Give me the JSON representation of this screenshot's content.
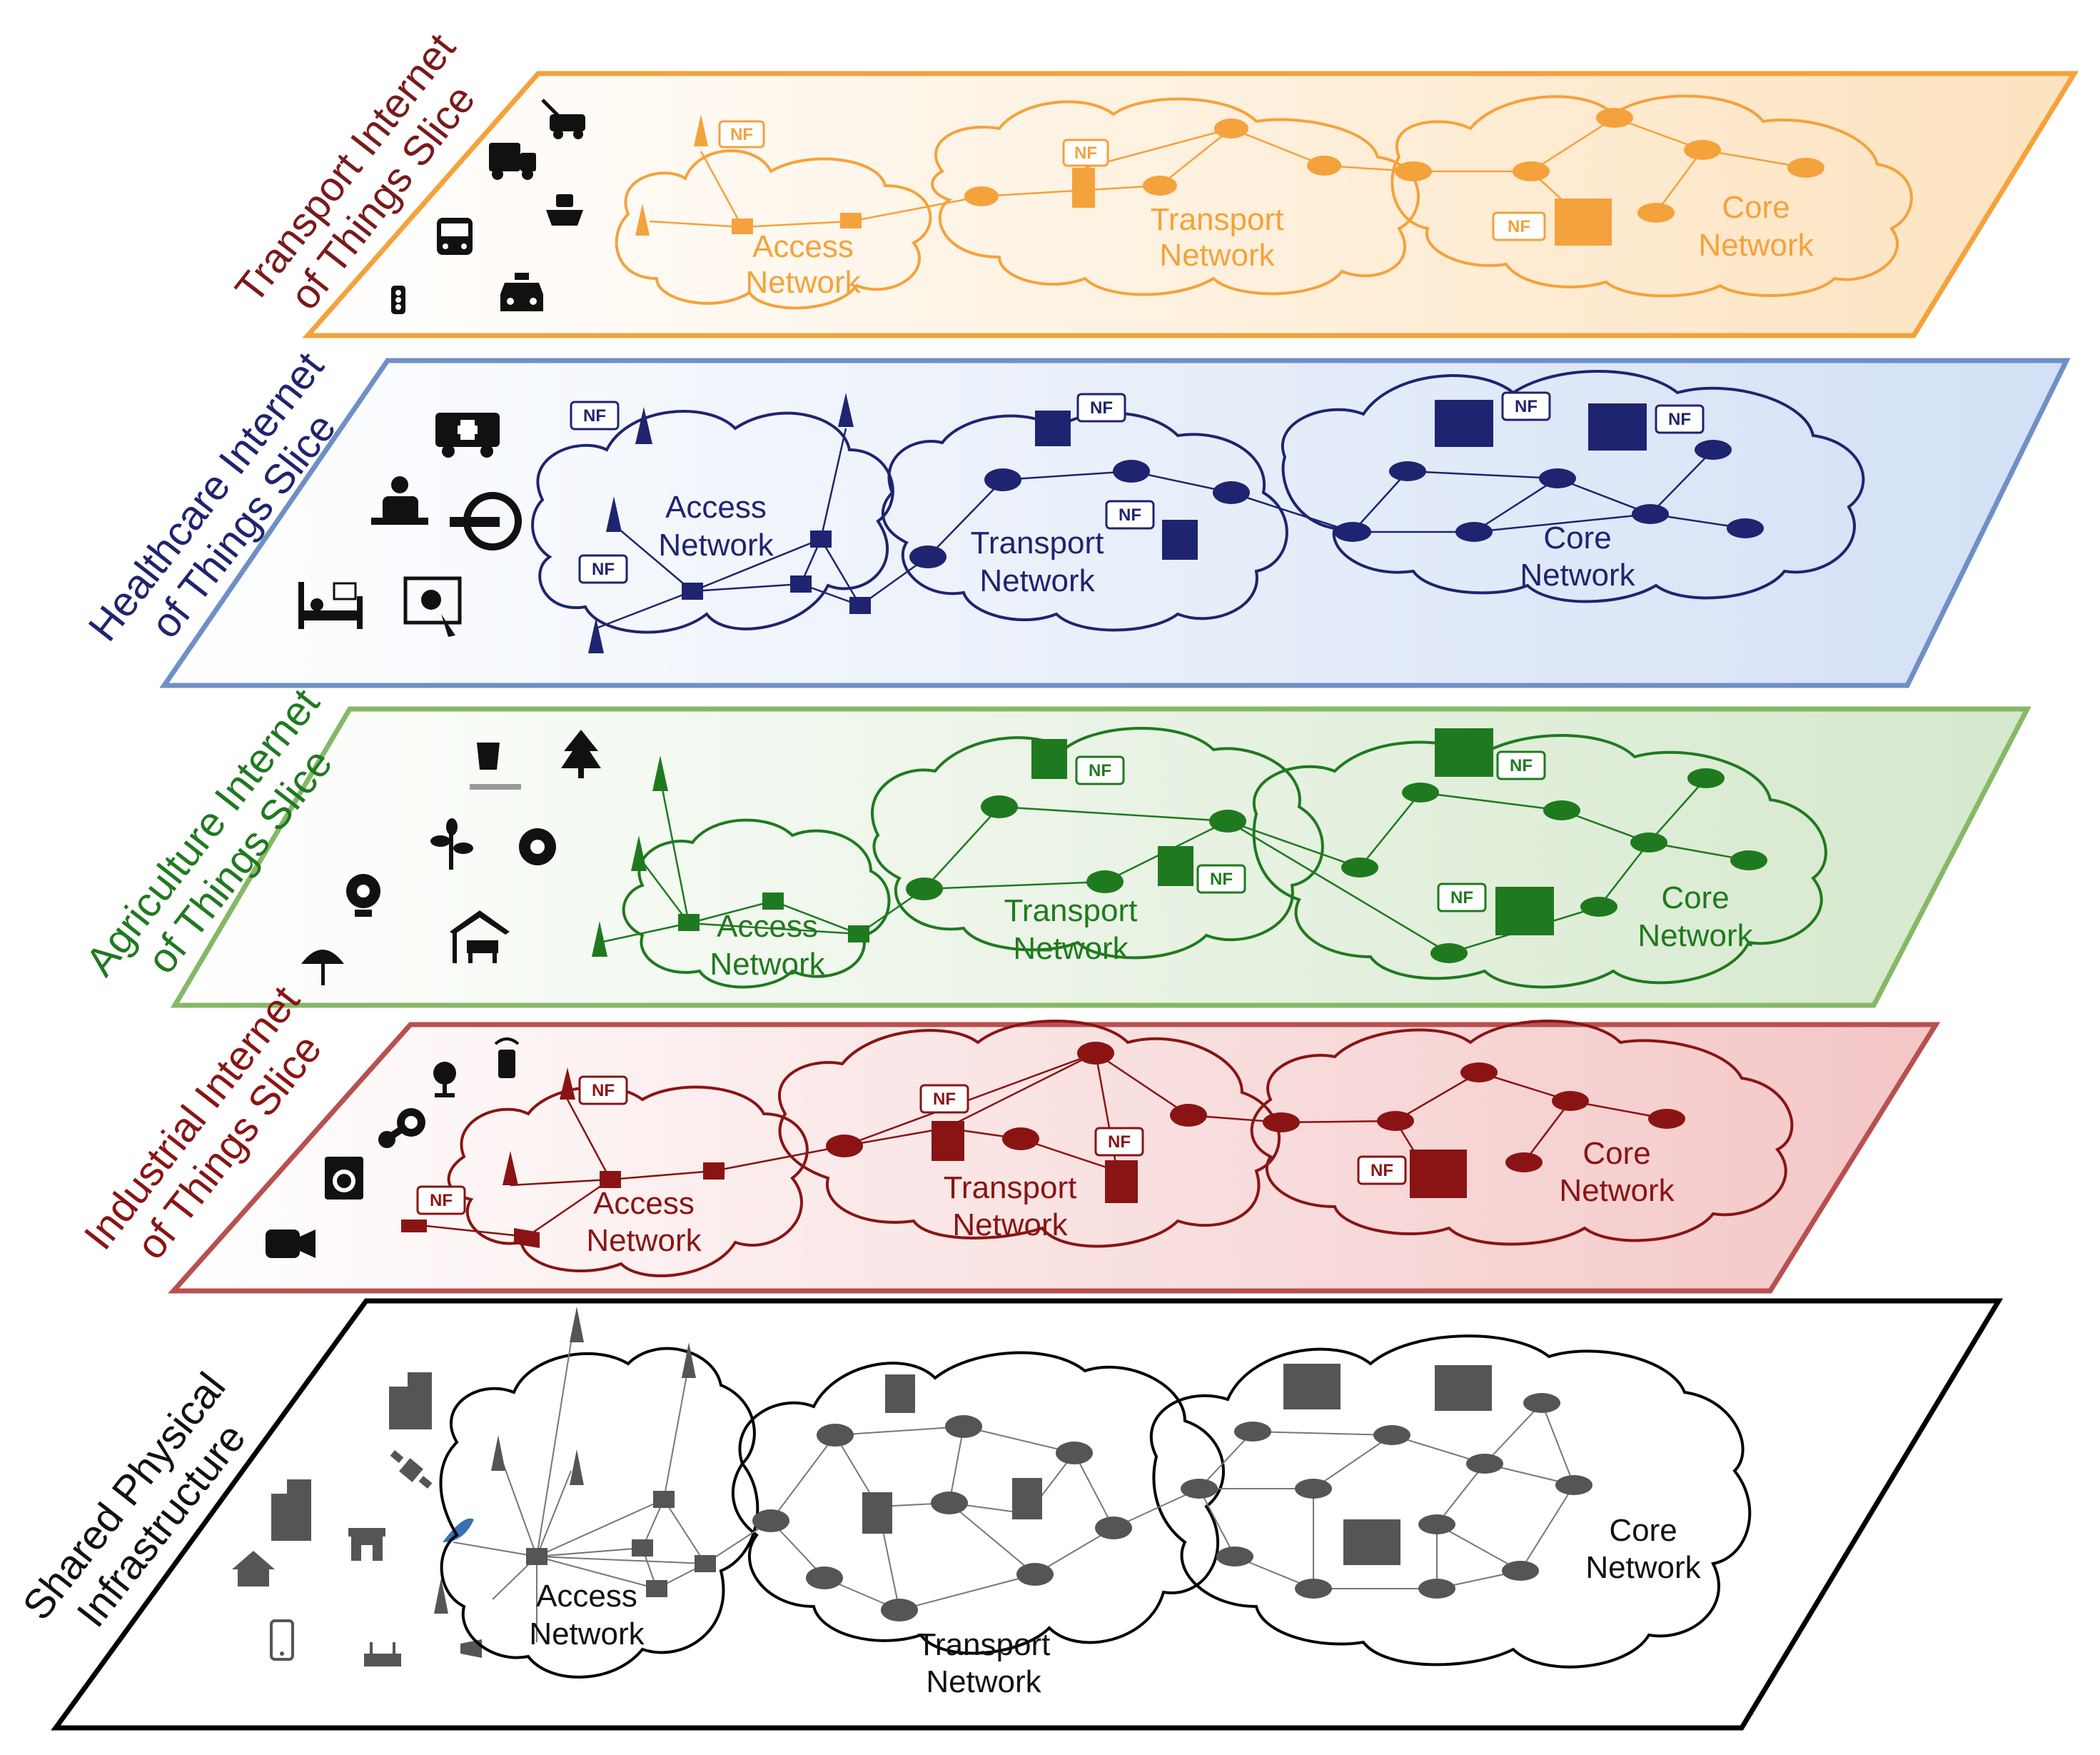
{
  "layers": [
    {
      "id": "transport-iot",
      "title_line1": "Transport Internet",
      "title_line2": "of Things Slice",
      "color": "#f4a23c",
      "title_color": "#7a1a1a",
      "fill_top": "#ffffff",
      "fill_bottom": "#fde7c8",
      "access_line1": "Access",
      "access_line2": "Network",
      "transport_line1": "Transport",
      "transport_line2": "Network",
      "core_line1": "Core",
      "core_line2": "Network",
      "nf_label": "NF",
      "icons": [
        "tow-truck-icon",
        "delivery-truck-icon",
        "ship-icon",
        "bus-icon",
        "traffic-light-icon",
        "taxi-icon"
      ]
    },
    {
      "id": "healthcare-iot",
      "title_line1": "Healthcare Internet",
      "title_line2": "of Things Slice",
      "color": "#1f2470",
      "title_color": "#1f2470",
      "border": "#6f8fc6",
      "fill_top": "#ffffff",
      "fill_bottom": "#d9e4f7",
      "access_line1": "Access",
      "access_line2": "Network",
      "transport_line1": "Transport",
      "transport_line2": "Network",
      "core_line1": "Core",
      "core_line2": "Network",
      "nf_label": "NF",
      "icons": [
        "ambulance-icon",
        "doctor-icon",
        "mri-scanner-icon",
        "hospital-bed-icon",
        "tablet-health-icon"
      ]
    },
    {
      "id": "agriculture-iot",
      "title_line1": "Agriculture Internet",
      "title_line2": "of Things Slice",
      "color": "#1f7a1f",
      "title_color": "#1f7a1f",
      "border": "#86b866",
      "fill_top": "#ffffff",
      "fill_bottom": "#dcebd3",
      "access_line1": "Access",
      "access_line2": "Network",
      "transport_line1": "Transport",
      "transport_line2": "Network",
      "core_line1": "Core",
      "core_line2": "Network",
      "nf_label": "NF",
      "icons": [
        "paint-bucket-icon",
        "tree-icon",
        "plant-icon",
        "flower-icon",
        "flower-2-icon",
        "rain-umbrella-icon",
        "livestock-shelter-icon"
      ]
    },
    {
      "id": "industrial-iot",
      "title_line1": "Industrial Internet",
      "title_line2": "of Things Slice",
      "color": "#8a1414",
      "title_color": "#8a1414",
      "border": "#b85050",
      "fill_top": "#ffffff",
      "fill_bottom": "#f6cfcf",
      "access_line1": "Access",
      "access_line2": "Network",
      "transport_line1": "Transport",
      "transport_line2": "Network",
      "core_line1": "Core",
      "core_line2": "Network",
      "nf_label": "NF",
      "icons": [
        "remote-control-icon",
        "sensor-icon",
        "steam-icon",
        "washing-machine-icon",
        "video-camera-icon"
      ]
    },
    {
      "id": "shared-physical",
      "title_line1": "Shared Physical",
      "title_line2": "Infrastructure",
      "color": "#555555",
      "title_color": "#111111",
      "border": "#000000",
      "fill_top": "#ffffff",
      "fill_bottom": "#ffffff",
      "access_line1": "Access",
      "access_line2": "Network",
      "transport_line1": "Transport",
      "transport_line2": "Network",
      "core_line1": "Core",
      "core_line2": "Network",
      "icons": [
        "building-icon",
        "satellite-icon",
        "office-building-icon",
        "store-icon",
        "house-icon",
        "smartphone-icon",
        "router-icon",
        "camera-icon"
      ]
    }
  ]
}
